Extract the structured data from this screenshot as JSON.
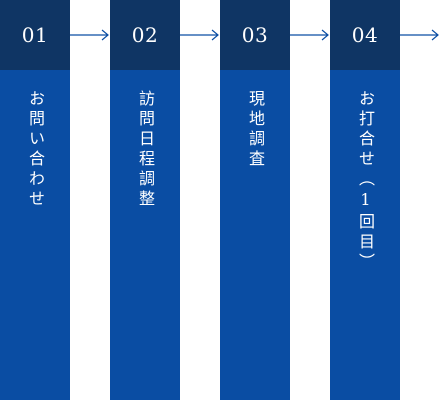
{
  "steps": [
    {
      "number": "01",
      "label": "お問い合わせ"
    },
    {
      "number": "02",
      "label": "訪問日程調整"
    },
    {
      "number": "03",
      "label": "現地調査"
    },
    {
      "number": "04",
      "label": "お打合せ（1回目）"
    }
  ],
  "colors": {
    "number_bg": "#0f3564",
    "body_bg": "#0a4da3",
    "text": "#ffffff",
    "arrow": "#0a4da3"
  },
  "icons": {
    "connector": "arrow-right-icon"
  }
}
